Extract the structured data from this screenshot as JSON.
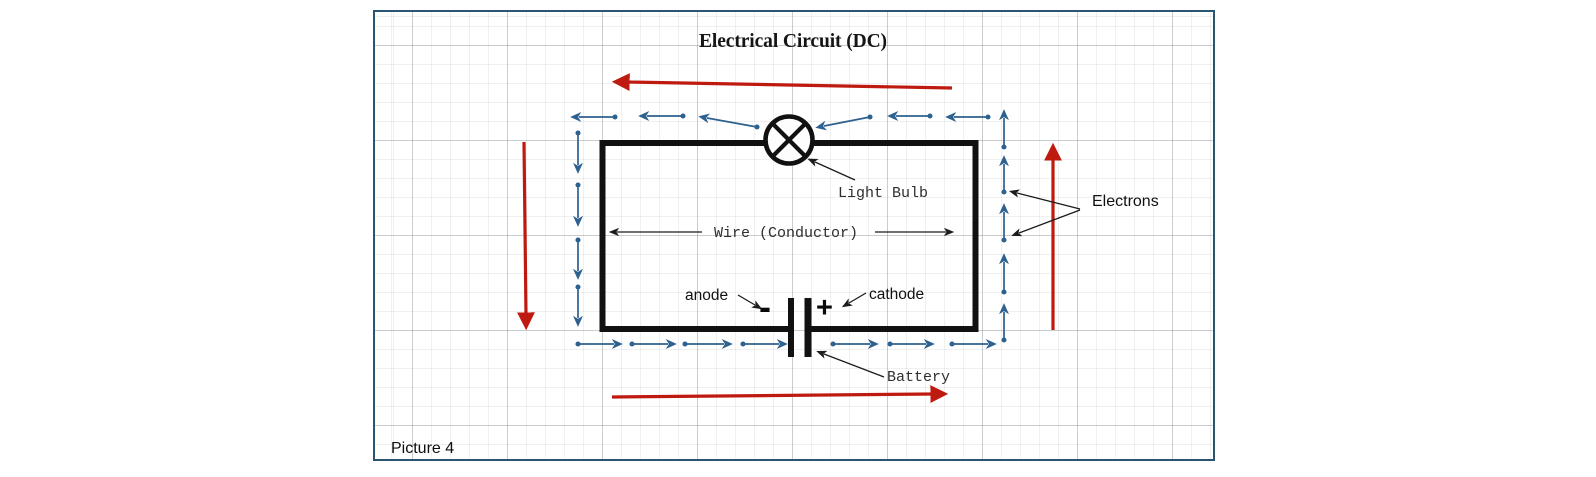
{
  "diagram": {
    "title": "Electrical Circuit (DC)",
    "caption": "Picture 4",
    "labels": {
      "light_bulb": "Light Bulb",
      "wire": "Wire (Conductor)",
      "anode": "anode",
      "cathode": "cathode",
      "battery": "Battery",
      "electrons": "Electrons"
    },
    "battery_terminals": {
      "negative": "-",
      "positive": "+"
    },
    "colors": {
      "electron_arrows": "#2d618f",
      "current_arrows": "#bf1a10",
      "wire": "#111111",
      "frame_border": "#2a5674"
    }
  }
}
